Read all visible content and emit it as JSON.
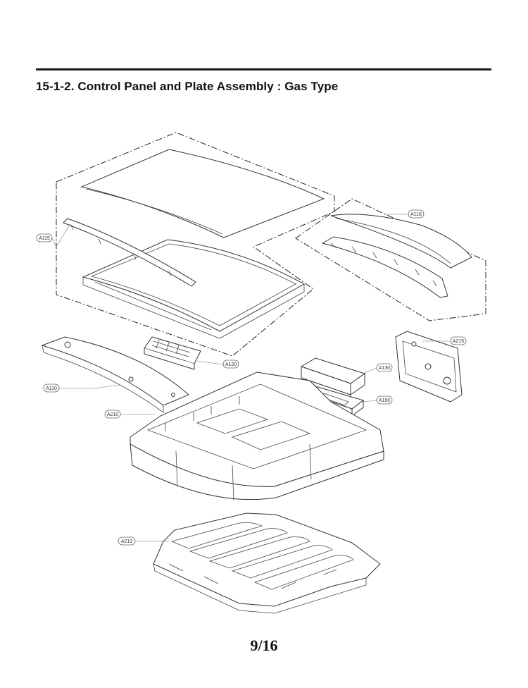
{
  "page": {
    "title": "15-1-2. Control Panel and Plate Assembly : Gas Type",
    "page_number": "9/16"
  },
  "parts": {
    "A115": "A115",
    "A118": "A118",
    "A110": "A110",
    "A120": "A120",
    "A130": "A130",
    "A150": "A150",
    "A210": "A210",
    "A213": "A213",
    "A215": "A215"
  }
}
